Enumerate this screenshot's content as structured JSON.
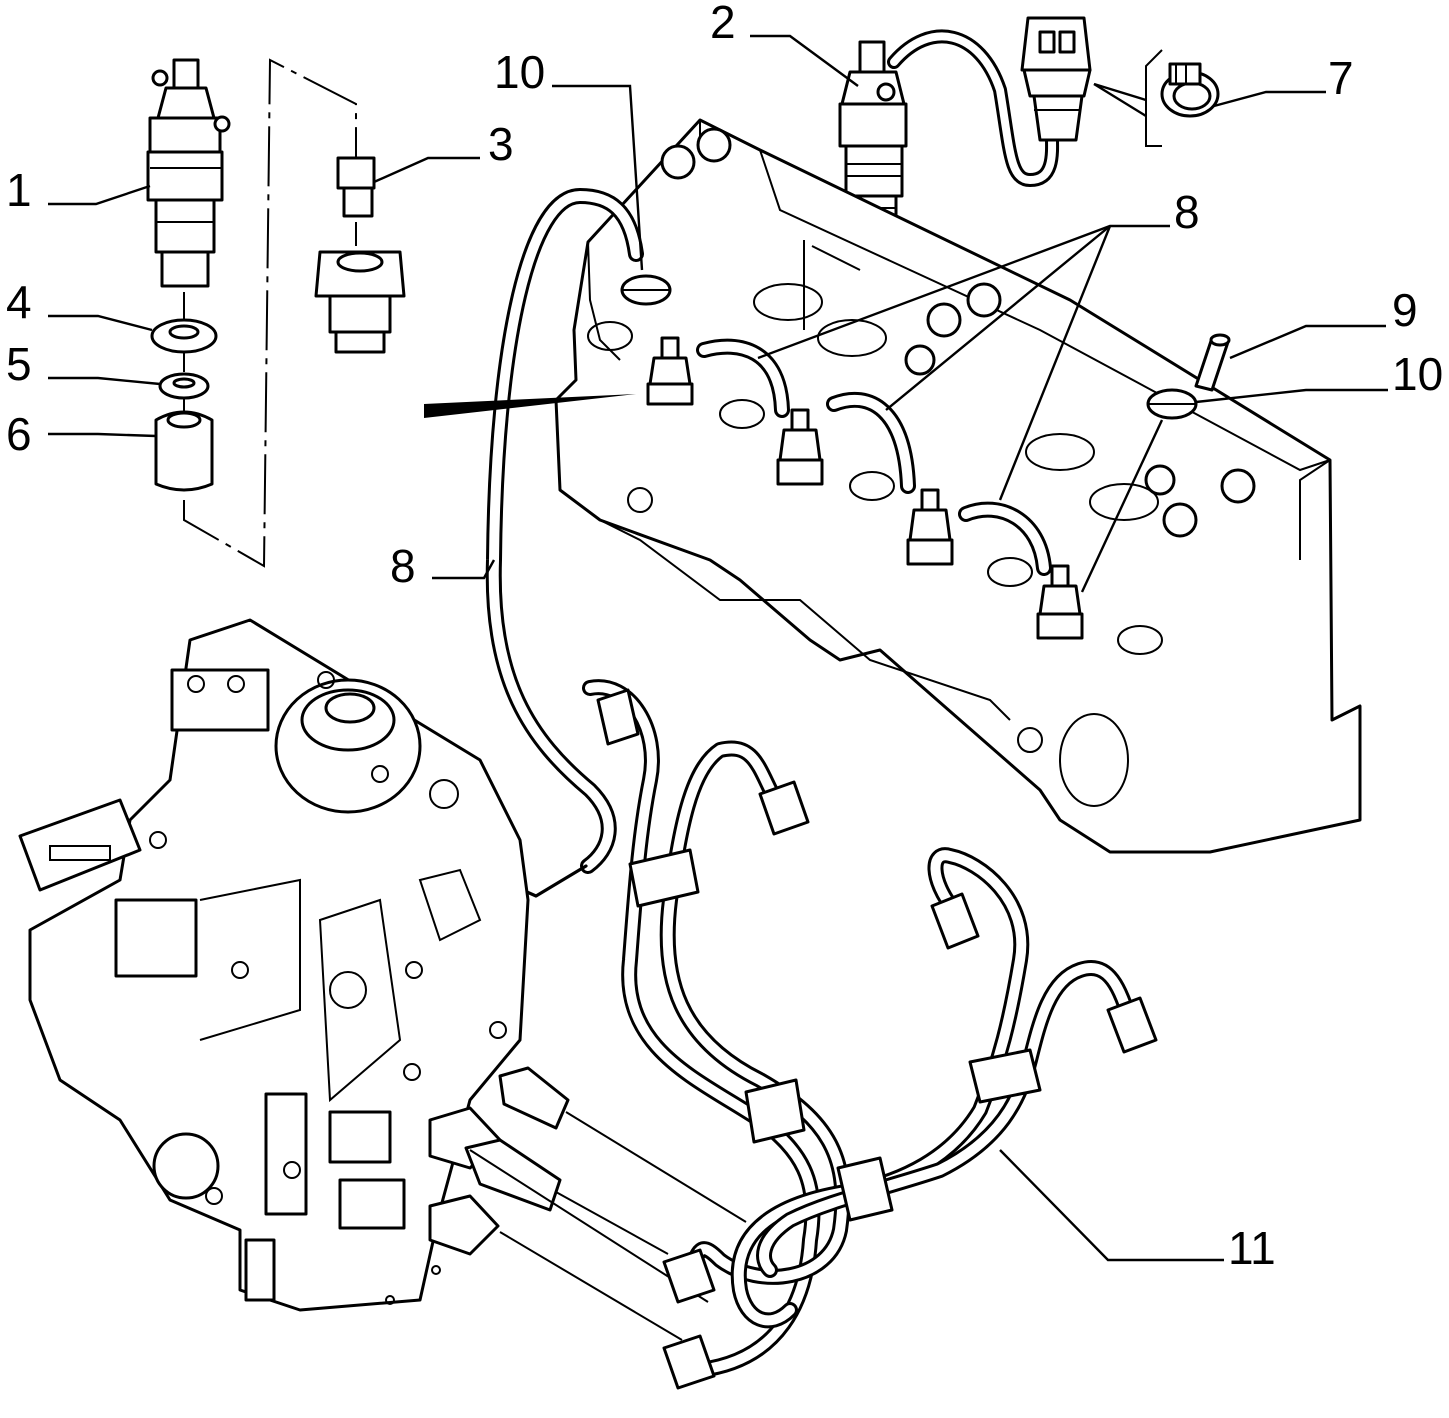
{
  "callouts": [
    {
      "id": "1",
      "text": "1"
    },
    {
      "id": "2",
      "text": "2"
    },
    {
      "id": "3",
      "text": "3"
    },
    {
      "id": "4",
      "text": "4"
    },
    {
      "id": "5",
      "text": "5"
    },
    {
      "id": "6",
      "text": "6"
    },
    {
      "id": "7",
      "text": "7"
    },
    {
      "id": "8a",
      "text": "8"
    },
    {
      "id": "8b",
      "text": "8"
    },
    {
      "id": "9",
      "text": "9"
    },
    {
      "id": "10a",
      "text": "10"
    },
    {
      "id": "10b",
      "text": "10"
    },
    {
      "id": "11",
      "text": "11"
    }
  ]
}
